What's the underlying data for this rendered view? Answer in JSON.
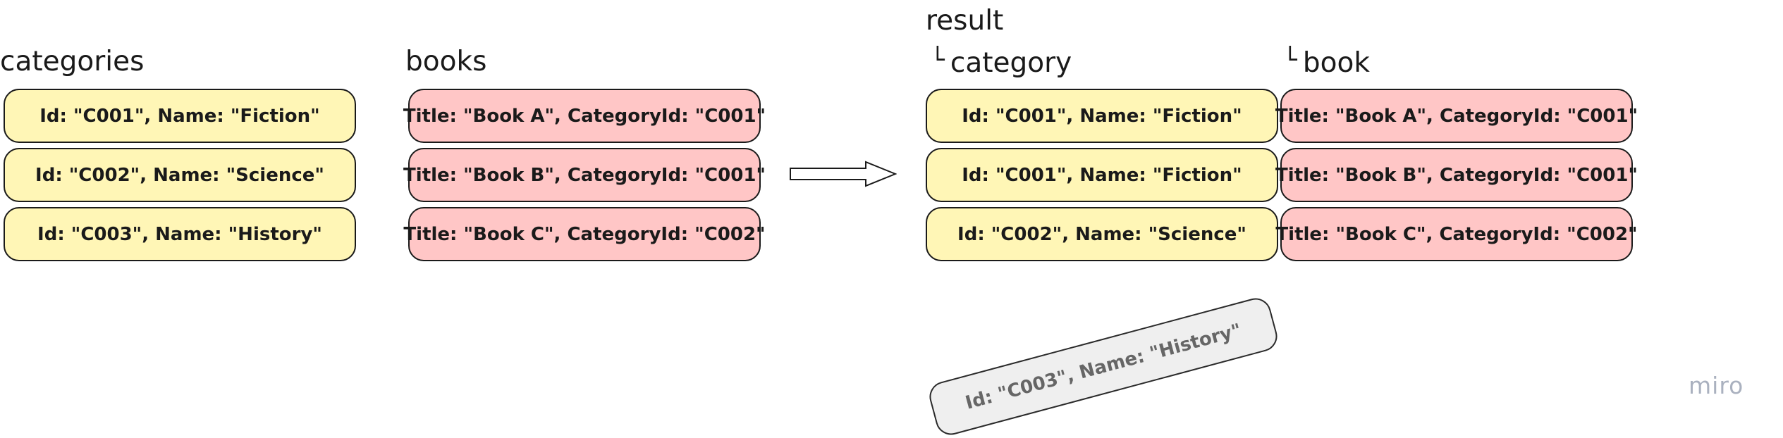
{
  "categories_table": {
    "title": "categories",
    "rows": [
      "Id: \"C001\", Name: \"Fiction\"",
      "Id: \"C002\", Name: \"Science\"",
      "Id: \"C003\", Name: \"History\""
    ]
  },
  "books_table": {
    "title": "books",
    "rows": [
      "Title: \"Book A\", CategoryId: \"C001\"",
      "Title: \"Book B\", CategoryId: \"C001\"",
      "Title: \"Book C\", CategoryId: \"C002\""
    ]
  },
  "result_table": {
    "title": "result",
    "tree_mark": "└",
    "category_label": "category",
    "book_label": "book",
    "category_rows": [
      "Id: \"C001\", Name: \"Fiction\"",
      "Id: \"C001\", Name: \"Fiction\"",
      "Id: \"C002\", Name: \"Science\""
    ],
    "book_rows": [
      "Title: \"Book A\", CategoryId: \"C001\"",
      "Title: \"Book B\", CategoryId: \"C001\"",
      "Title: \"Book C\", CategoryId: \"C002\""
    ]
  },
  "unmatched_row": "Id: \"C003\", Name: \"History\"",
  "watermark": "miro",
  "colors": {
    "category_fill": "#fff6b6",
    "book_fill": "#ffc6c6",
    "unmatched_fill": "#efefef",
    "outline": "#1a1a1a",
    "watermark": "#aab1bf"
  }
}
